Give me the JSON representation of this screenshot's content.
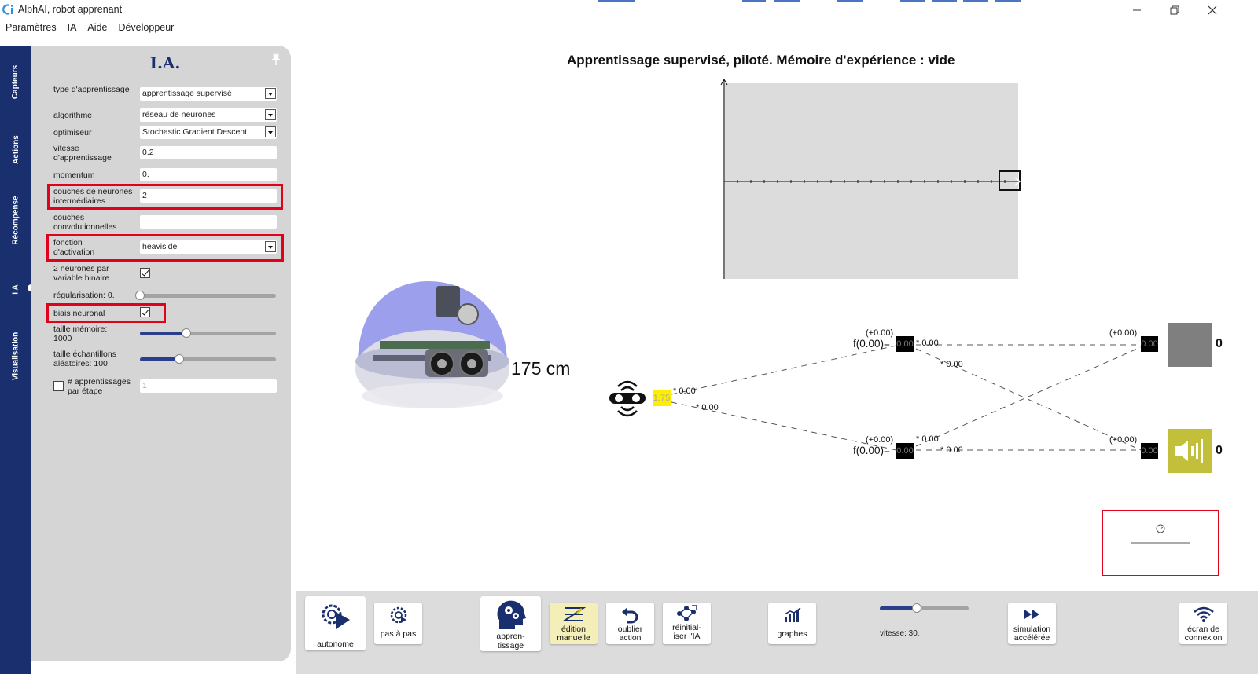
{
  "window": {
    "title": "AlphAI, robot apprenant"
  },
  "menu": {
    "items": [
      "Paramètres",
      "IA",
      "Aide",
      "Développeur"
    ]
  },
  "tabs": [
    "Capteurs",
    "Actions",
    "Récompense",
    "I A",
    "Visualisation"
  ],
  "active_tab": "I A",
  "panel": {
    "title": "I.A.",
    "learning_type": {
      "label": "type d'apprentissage",
      "value": "apprentissage supervisé"
    },
    "algorithm": {
      "label": "algorithme",
      "value": "réseau de neurones"
    },
    "optimizer": {
      "label": "optimiseur",
      "value": "Stochastic Gradient Descent"
    },
    "learning_rate": {
      "label": "vitesse d'apprentissage",
      "value": "0.2"
    },
    "momentum": {
      "label": "momentum",
      "value": "0."
    },
    "hidden_layers": {
      "label": "couches de neurones intermédiaires",
      "value": "2"
    },
    "conv_layers": {
      "label": "couches convolutionnelles",
      "value": ""
    },
    "activation": {
      "label": "fonction d'activation",
      "value": "heaviside"
    },
    "two_neurons": {
      "label": "2 neurones par variable binaire",
      "checked": true
    },
    "regularization": {
      "label": "régularisation: 0.",
      "fraction": 0.0
    },
    "bias": {
      "label": "biais neuronal",
      "checked": true
    },
    "memory_size": {
      "label": "taille mémoire: 1000",
      "fraction": 0.34
    },
    "sample_size": {
      "label": "taille échantillons aléatoires: 100",
      "fraction": 0.29
    },
    "learnings_per_step": {
      "label": "# apprentissages par étape",
      "value": "1",
      "checked": false
    }
  },
  "main": {
    "title": "Apprentissage supervisé, piloté. Mémoire d'expérience : vide",
    "distance": "175 cm",
    "network": {
      "input_value": "1.75",
      "input_w1": "* 0.00",
      "input_w2": "* 0.00",
      "hidden_bias_1": "(+0.00)",
      "hidden_f_1": "f(0.00)=",
      "hidden_val_1": "0.00",
      "hidden_bias_2": "(+0.00)",
      "hidden_f_2": "f(0.00)=",
      "hidden_val_2": "0.00",
      "w_h1_o1": "* 0.00",
      "w_h1_o2": "* 0.00",
      "w_h2_o1": "* 0.00",
      "w_h2_o2": "* 0.00",
      "out_bias_1": "(+0.00)",
      "out_val_1": "0.00",
      "out_bias_2": "(+0.00)",
      "out_val_2": "0.00",
      "out_count_1": "0",
      "out_count_2": "0"
    }
  },
  "toolbar": {
    "autonome": "autonome",
    "pas_a_pas": "pas à pas",
    "apprentissage": [
      "appren-",
      "tissage"
    ],
    "edition": [
      "édition",
      "manuelle"
    ],
    "oublier": [
      "oublier",
      "action"
    ],
    "reinit": [
      "réinitial-",
      "iser l'IA"
    ],
    "graphes": "graphes",
    "vitesse": "vitesse: 30.",
    "vitesse_fraction": 0.42,
    "simulation": [
      "simulation",
      "accélérée"
    ],
    "ecran": [
      "écran de",
      "connexion"
    ]
  },
  "colors": {
    "accent": "#1a2f6e",
    "highlight": "#e3001b",
    "input_neuron": "#ffee00",
    "output_active": "#c2c03a",
    "output_inactive": "#7f7f7f"
  }
}
